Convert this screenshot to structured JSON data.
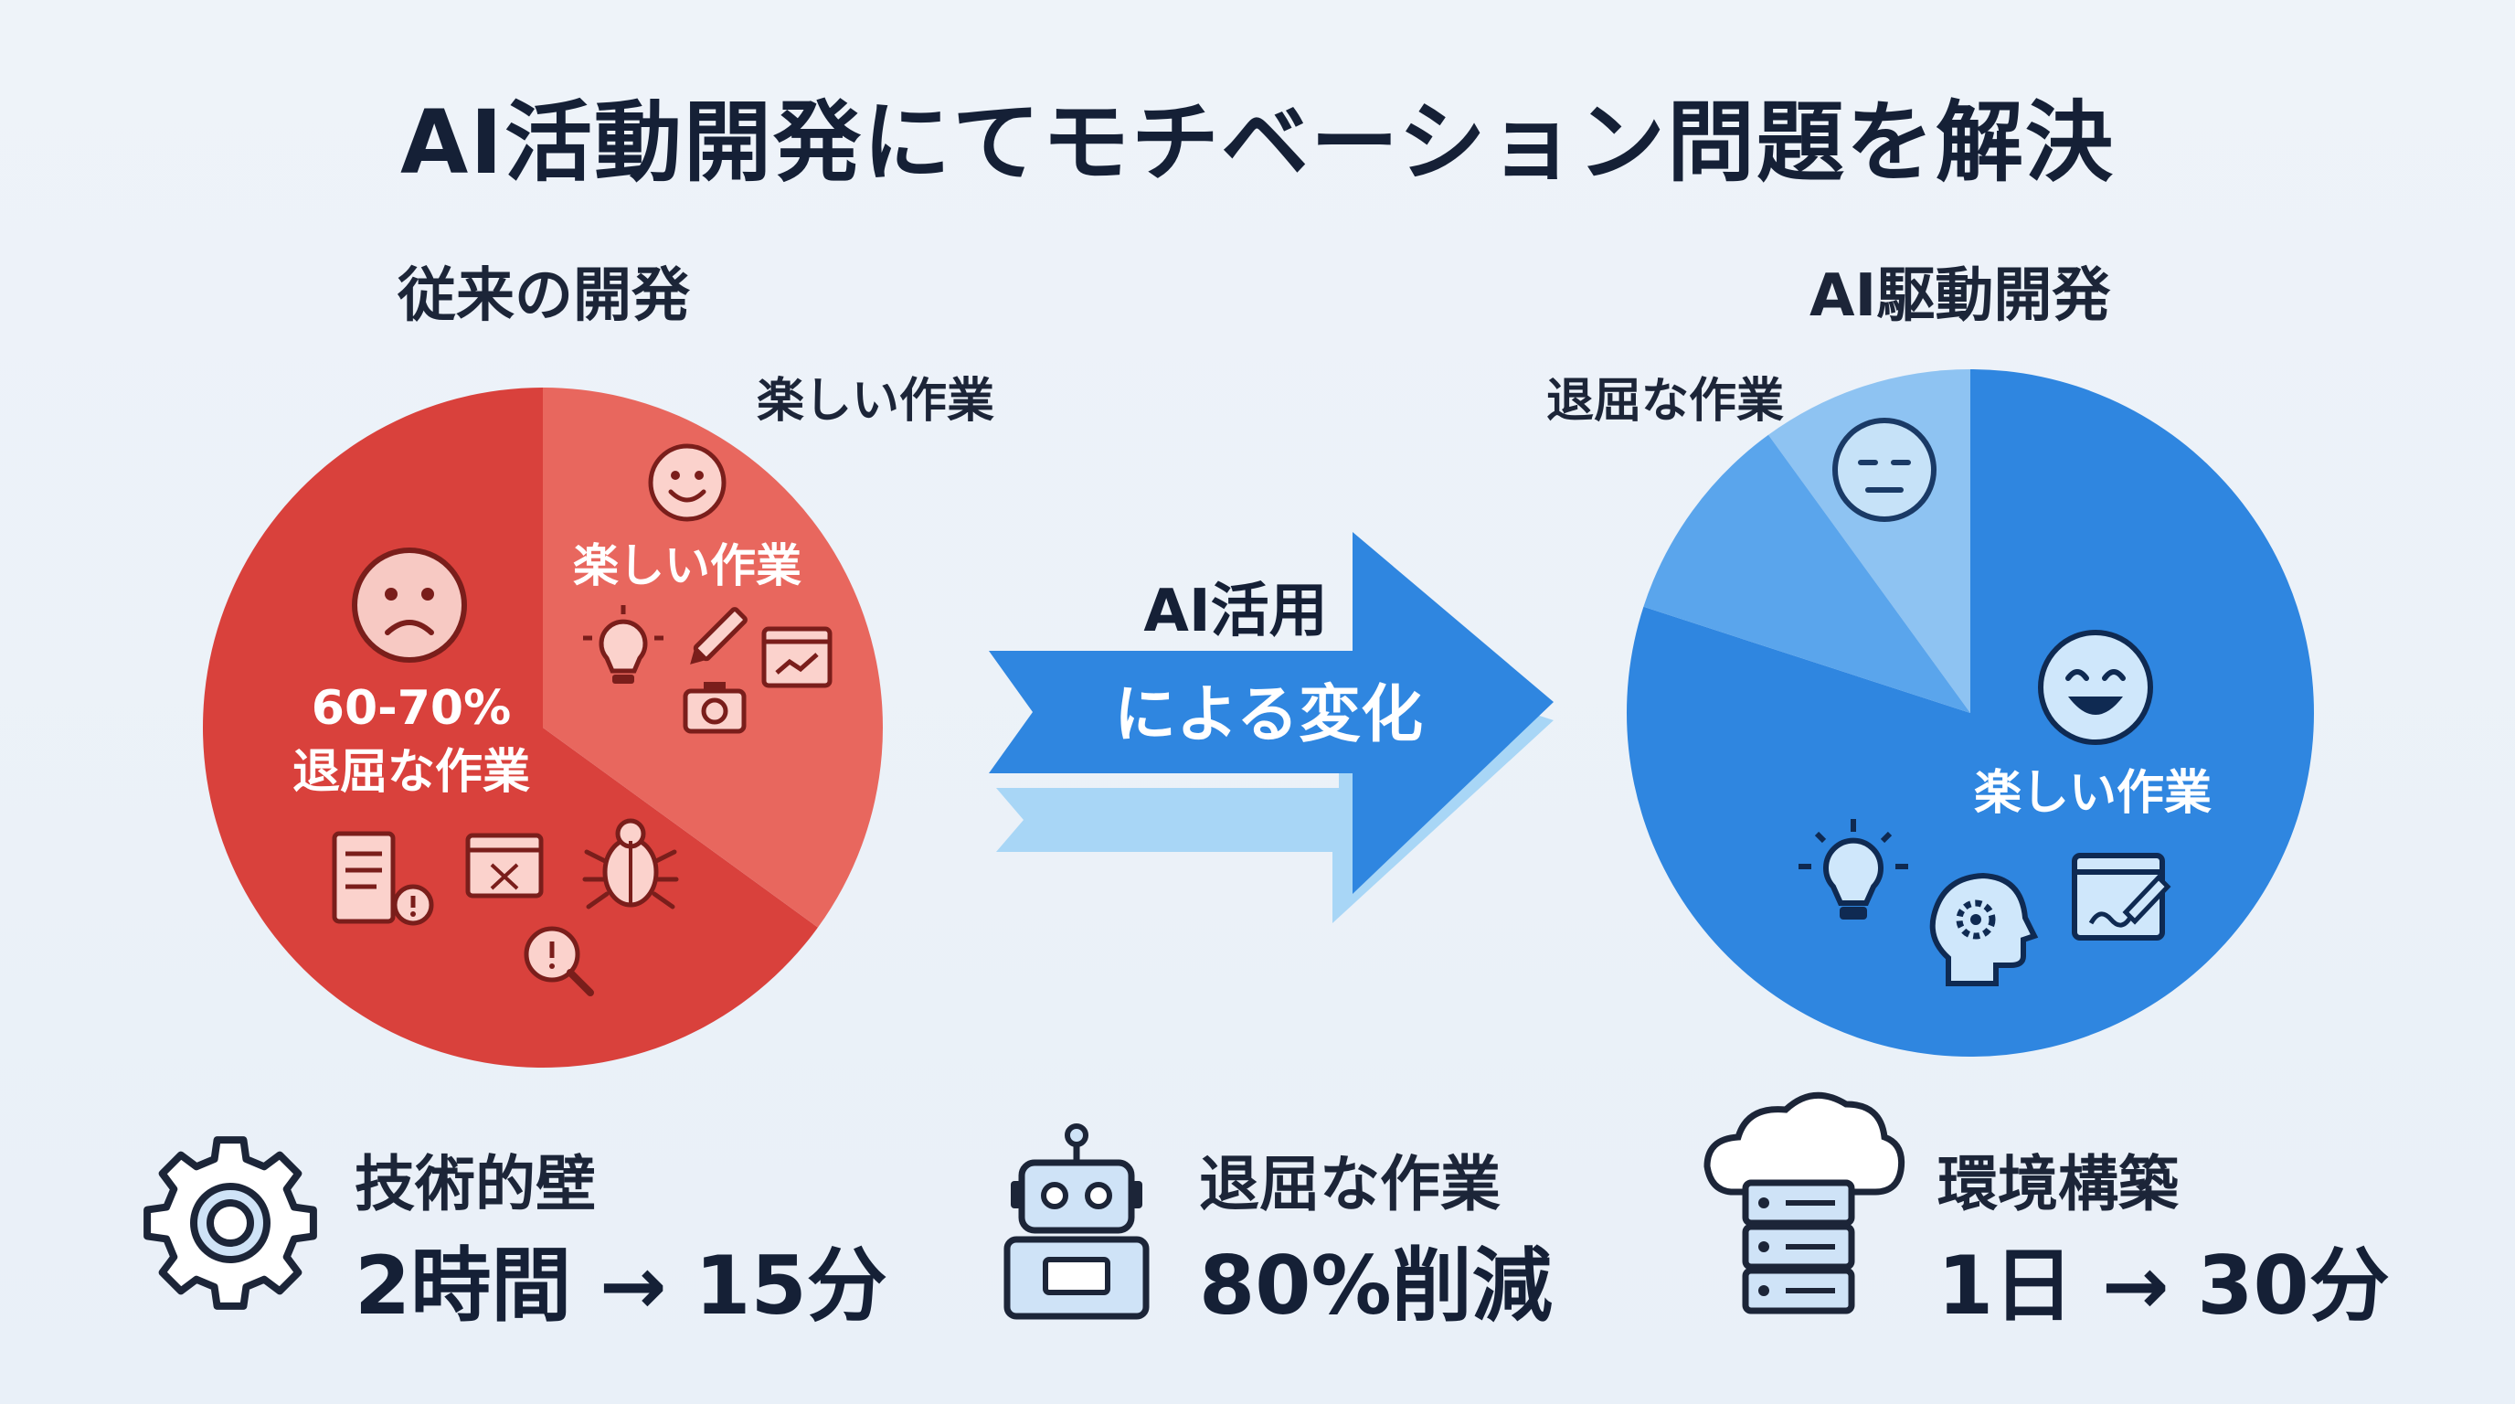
{
  "title": "AI活動開発にてモチベーション問題を解決",
  "colors": {
    "old_bored": "#d9413c",
    "old_fun": "#e8675e",
    "new_fun": "#2f86e0",
    "new_bored_light": "#8ec3f2",
    "new_bored_mid": "#5aa5ec",
    "arrow": "#2f86e0",
    "arrow_shadow": "#9fd1f5"
  },
  "icons": {
    "old_fun": [
      "smile-icon",
      "lightbulb-icon",
      "pencil-icon",
      "edit-window-icon",
      "camera-icon"
    ],
    "old_bored": [
      "sad-face-icon",
      "document-warning-icon",
      "code-window-icon",
      "bug-icon",
      "search-warning-icon"
    ],
    "new_fun": [
      "grin-icon",
      "lightbulb-icon",
      "head-gear-icon",
      "edit-window-icon"
    ],
    "new_bored": [
      "neutral-face-icon"
    ],
    "stats": [
      "gear-icon",
      "robot-icon",
      "server-cloud-icon"
    ]
  },
  "arrow": {
    "line1": "AI活用",
    "line2": "による変化"
  },
  "chart_data": [
    {
      "type": "pie",
      "title": "従来の開発",
      "categories": [
        "60-70%\n退屈な作業",
        "楽しい作業"
      ],
      "values": [
        65,
        35
      ],
      "labels": {
        "bored_inside_pct": "60-70%",
        "bored_inside_text": "退屈な作業",
        "fun_inside": "楽しい作業",
        "fun_outside": "楽しい作業"
      }
    },
    {
      "type": "pie",
      "title": "AI駆動開発",
      "categories": [
        "楽しい作業",
        "退屈な作業"
      ],
      "values": [
        80,
        20
      ],
      "labels": {
        "fun_inside": "楽しい作業",
        "bored_outside": "退屈な作業"
      }
    }
  ],
  "stats": [
    {
      "label": "技術的壁",
      "value": "2時間 → 15分"
    },
    {
      "label": "退屈な作業",
      "value": "80%削減"
    },
    {
      "label": "環境構築",
      "value": "1日 → 30分"
    }
  ]
}
